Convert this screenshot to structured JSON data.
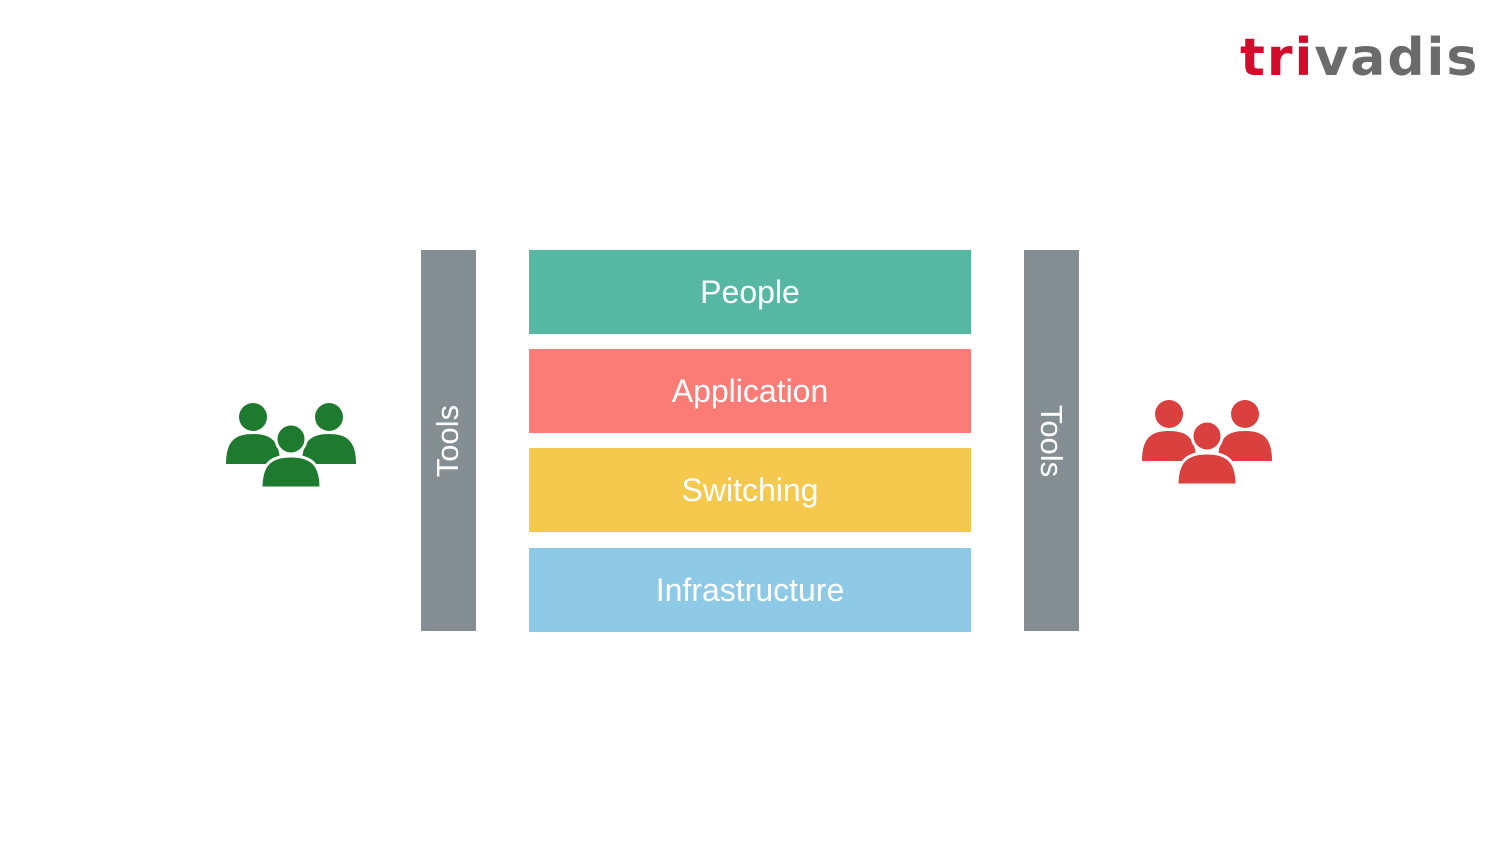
{
  "logo": {
    "part_red": "tri",
    "part_gray": "vadis",
    "colors": {
      "red": "#d20a2c",
      "gray": "#6b6b6b"
    }
  },
  "diagram": {
    "tools_left": {
      "label": "Tools",
      "color": "#858e93"
    },
    "tools_right": {
      "label": "Tools",
      "color": "#858e93"
    },
    "layers": [
      {
        "label": "People",
        "color": "#56b8a3"
      },
      {
        "label": "Application",
        "color": "#fb7c76"
      },
      {
        "label": "Switching",
        "color": "#f5c84e"
      },
      {
        "label": "Infrastructure",
        "color": "#8ecae6"
      }
    ],
    "group_left": {
      "icon": "people-group-icon",
      "color": "#1e7a2e"
    },
    "group_right": {
      "icon": "people-group-icon",
      "color": "#d9403e"
    }
  }
}
